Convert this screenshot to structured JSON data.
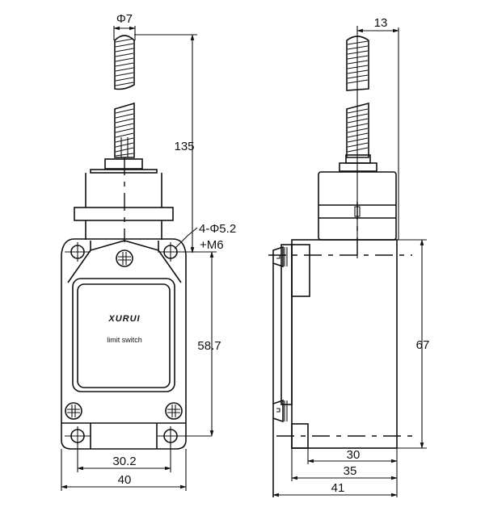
{
  "drawing": {
    "title": "Limit switch dimensional drawing",
    "front_view": {
      "brand_label": "XURUI",
      "product_label": "limit switch",
      "dimensions": {
        "rod_diameter": "Φ7",
        "total_height": "135",
        "mount_holes": "4-Φ5.2",
        "thread": "+M6",
        "hole_spacing_vertical": "58.7",
        "hole_spacing_horizontal": "30.2",
        "body_width": "40"
      }
    },
    "side_view": {
      "dimensions": {
        "rod_offset": "13",
        "body_height": "67",
        "width_inner": "30",
        "width_mid": "35",
        "width_total": "41"
      }
    }
  }
}
